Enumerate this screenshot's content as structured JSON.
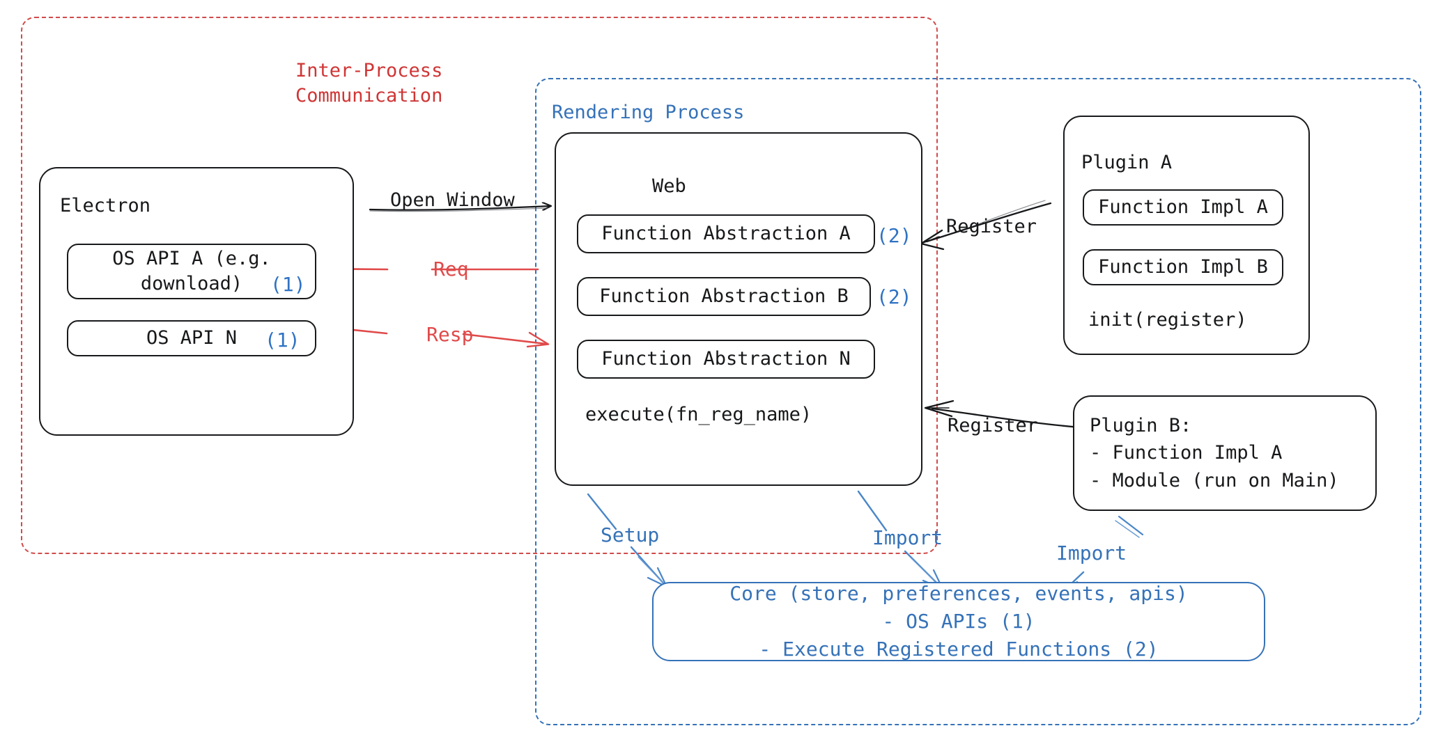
{
  "diagram": {
    "title": "Electron plugin architecture",
    "colors": {
      "ipc_red": "#d03535",
      "process_blue": "#3572b8",
      "arrow_red": "#e04a4a",
      "ink": "#17181a",
      "core_blue": "#3572b8"
    },
    "groups": {
      "ipc": {
        "label": "Inter-Process\nCommunication"
      },
      "rendering_process": {
        "label": "Rendering Process"
      }
    },
    "electron": {
      "title": "Electron",
      "apis": [
        {
          "label": "OS API A (e.g.\ndownload)",
          "tag": "(1)"
        },
        {
          "label": "OS API N",
          "tag": "(1)"
        }
      ]
    },
    "web": {
      "title": "Web",
      "abstractions": [
        {
          "label": "Function Abstraction A",
          "tag": "(2)"
        },
        {
          "label": "Function Abstraction B",
          "tag": "(2)"
        },
        {
          "label": "Function Abstraction N",
          "tag": ""
        }
      ],
      "execute": "execute(fn_reg_name)"
    },
    "plugin_a": {
      "title": "Plugin A",
      "functions": [
        {
          "label": "Function Impl A"
        },
        {
          "label": "Function Impl B"
        }
      ],
      "init": "init(register)"
    },
    "plugin_b": {
      "lines": "Plugin B:\n- Function Impl A\n- Module (run on Main)"
    },
    "core": {
      "line1": "Core (store, preferences, events, apis)",
      "line2": "- OS APIs (1)",
      "line3": "- Execute Registered Functions (2)"
    },
    "edges": {
      "open_window": "Open Window",
      "req": "Req",
      "resp": "Resp",
      "register_a": "Register",
      "register_b": "Register",
      "setup": "Setup",
      "import_web": "Import",
      "import_plugin_b": "Import"
    }
  }
}
